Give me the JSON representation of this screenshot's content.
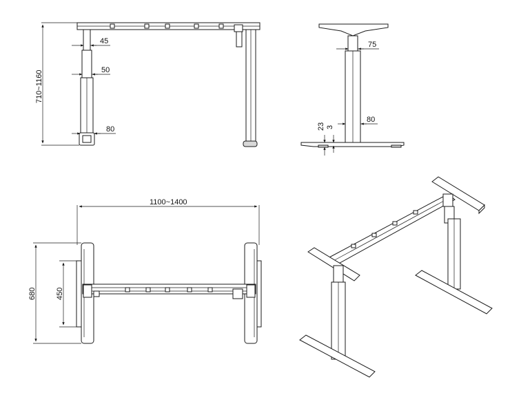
{
  "front_view": {
    "dim_height": "710~1160",
    "dim_upper_col": "45",
    "dim_mid_col": "50",
    "dim_lower_col": "80"
  },
  "side_view": {
    "dim_upper_col": "75",
    "dim_lower_col": "80",
    "dim_foot_a": "23",
    "dim_foot_b": "3"
  },
  "top_view": {
    "dim_width": "1100~1400",
    "dim_depth": "680",
    "dim_inner": "450"
  }
}
